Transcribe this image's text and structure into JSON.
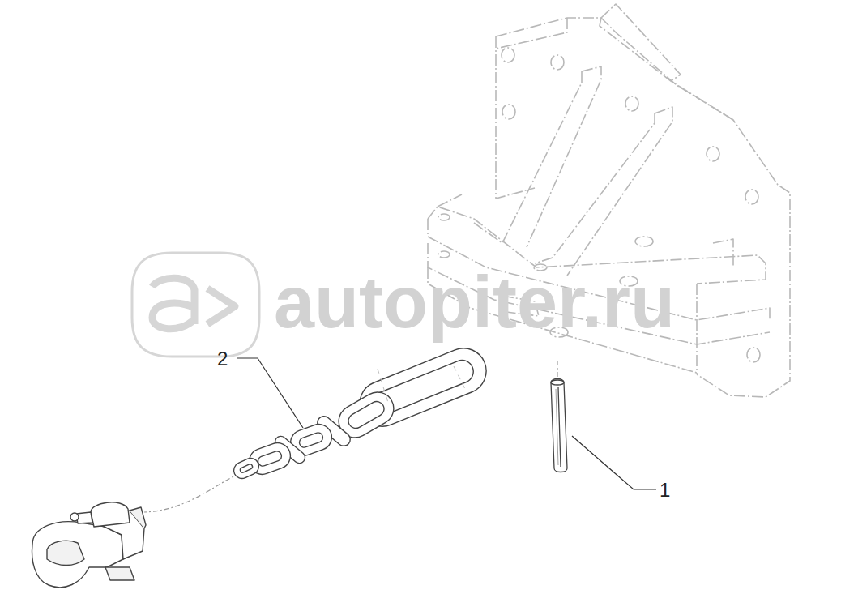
{
  "diagram": {
    "labels": [
      "2",
      "1",
      "autopiter.ru"
    ]
  }
}
